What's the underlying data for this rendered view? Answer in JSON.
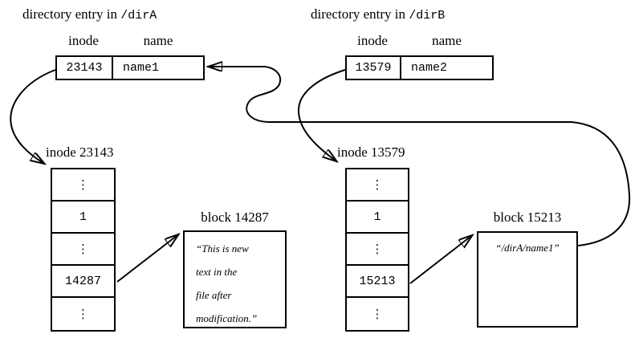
{
  "diagram": {
    "background_color": "#ffffff",
    "line_color": "#000000",
    "dir_entry_a": {
      "title_prefix": "directory entry in",
      "title_path": "/dirA",
      "col_inode": "inode",
      "col_name": "name",
      "inode_value": "23143",
      "name_value": "name1"
    },
    "dir_entry_b": {
      "title_prefix": "directory entry in",
      "title_path": "/dirB",
      "col_inode": "inode",
      "col_name": "name",
      "inode_value": "13579",
      "name_value": "name2"
    },
    "inode_table_a": {
      "label": "inode 23143",
      "rows": [
        "⋮",
        "1",
        "⋮",
        "14287",
        "⋮"
      ]
    },
    "inode_table_b": {
      "label": "inode 13579",
      "rows": [
        "⋮",
        "1",
        "⋮",
        "15213",
        "⋮"
      ]
    },
    "block_a": {
      "label": "block 14287",
      "lines": [
        "“This is new",
        "text in the",
        "file after",
        "modification.”"
      ]
    },
    "block_b": {
      "label": "block 15213",
      "content": "“/dirA/name1”"
    },
    "arrow_semantics": {
      "dir_a_to_inode_a": "dirA entry inode 23143 points to inode table 23143",
      "dir_b_to_inode_b": "dirB entry inode 13579 points to inode table 13579",
      "inode_a_to_block_a": "inode 23143 block pointer 14287 points to block 14287",
      "inode_b_to_block_b": "inode 13579 block pointer 15213 points to block 15213",
      "block_b_to_dir_a_entry": "symlink content /dirA/name1 refers back to directory entry name1 in dirA"
    }
  }
}
